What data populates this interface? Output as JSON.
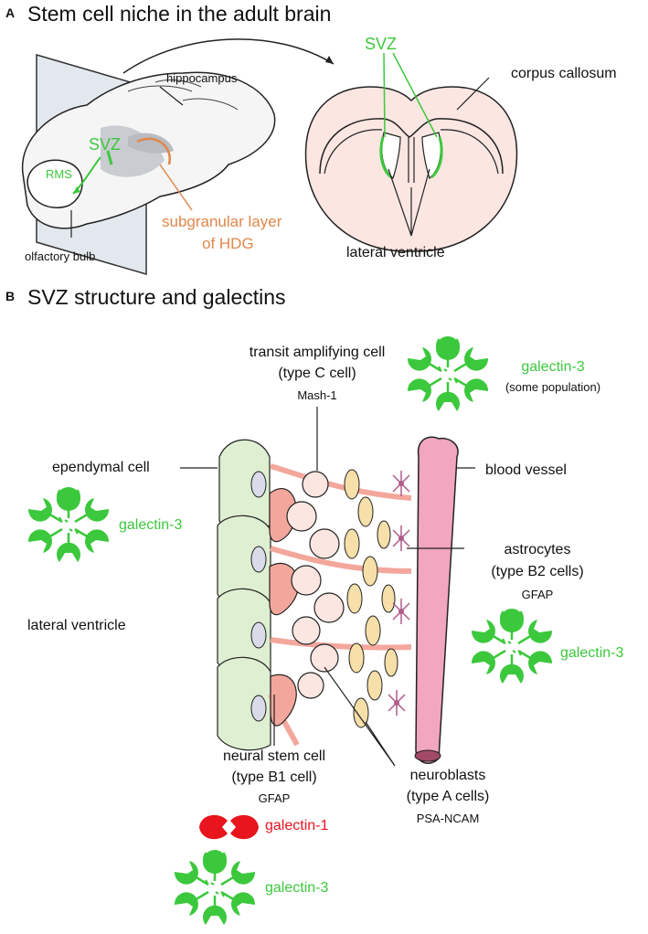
{
  "panel_a": {
    "letter": "A",
    "title": "Stem cell niche in the adult brain",
    "labels": {
      "hippocampus": "hippocampus",
      "svz_left": "SVZ",
      "rms": "RMS",
      "olfactory_bulb": "olfactory bulb",
      "subgranular_line1": "subgranular layer",
      "subgranular_line2": "of HDG",
      "svz_right": "SVZ",
      "corpus_callosum": "corpus callosum",
      "lateral_ventricle": "lateral ventricle"
    }
  },
  "panel_b": {
    "letter": "B",
    "title": "SVZ structure and galectins",
    "labels": {
      "transit_line1": "transit amplifying cell",
      "transit_line2": "(type C cell)",
      "transit_marker": "Mash-1",
      "galectin3_top": "galectin-3",
      "galectin3_top_note": "(some population)",
      "ependymal": "ependymal cell",
      "blood_vessel": "blood vessel",
      "galectin3_left": "galectin-3",
      "astro_line1": "astrocytes",
      "astro_line2": "(type B2 cells)",
      "astro_marker": "GFAP",
      "lateral_ventricle": "lateral ventricle",
      "galectin3_right": "galectin-3",
      "nsc_line1": "neural stem cell",
      "nsc_line2": "(type B1 cell)",
      "nsc_marker": "GFAP",
      "neuro_line1": "neuroblasts",
      "neuro_line2": "(type A cells)",
      "neuro_marker": "PSA-NCAM",
      "galectin1_bottom": "galectin-1",
      "galectin3_bottom": "galectin-3"
    }
  },
  "colors": {
    "green": "#3cc83c",
    "red": "#e8141e",
    "orange": "#e0874a",
    "pink_tissue": "#fbe6e2",
    "blood_vessel": "#f2a6bf",
    "ependymal": "#dfefd2",
    "stem_cell": "#f3a79c",
    "neuroblast": "#f6dfa8"
  }
}
